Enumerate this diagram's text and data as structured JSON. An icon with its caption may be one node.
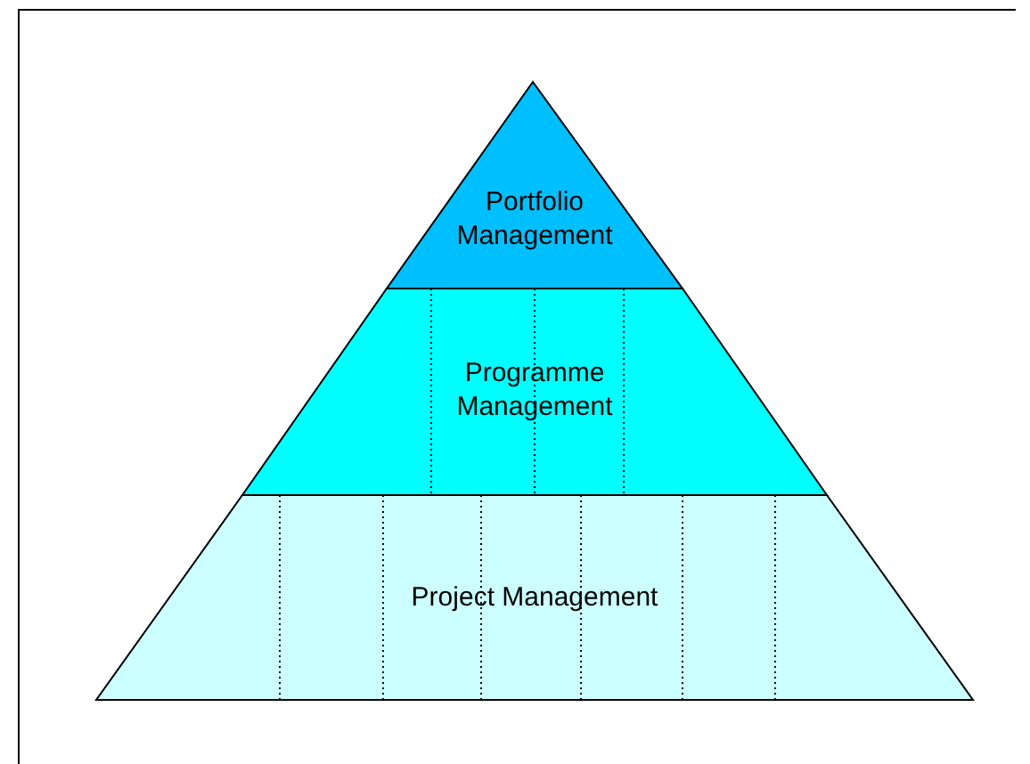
{
  "diagram": {
    "nodes": [
      {
        "text": [
          "Portfolio Management"
        ]
      },
      {
        "text": [
          "Programme Management"
        ]
      },
      {
        "text": [
          "Project Management"
        ]
      }
    ]
  }
}
